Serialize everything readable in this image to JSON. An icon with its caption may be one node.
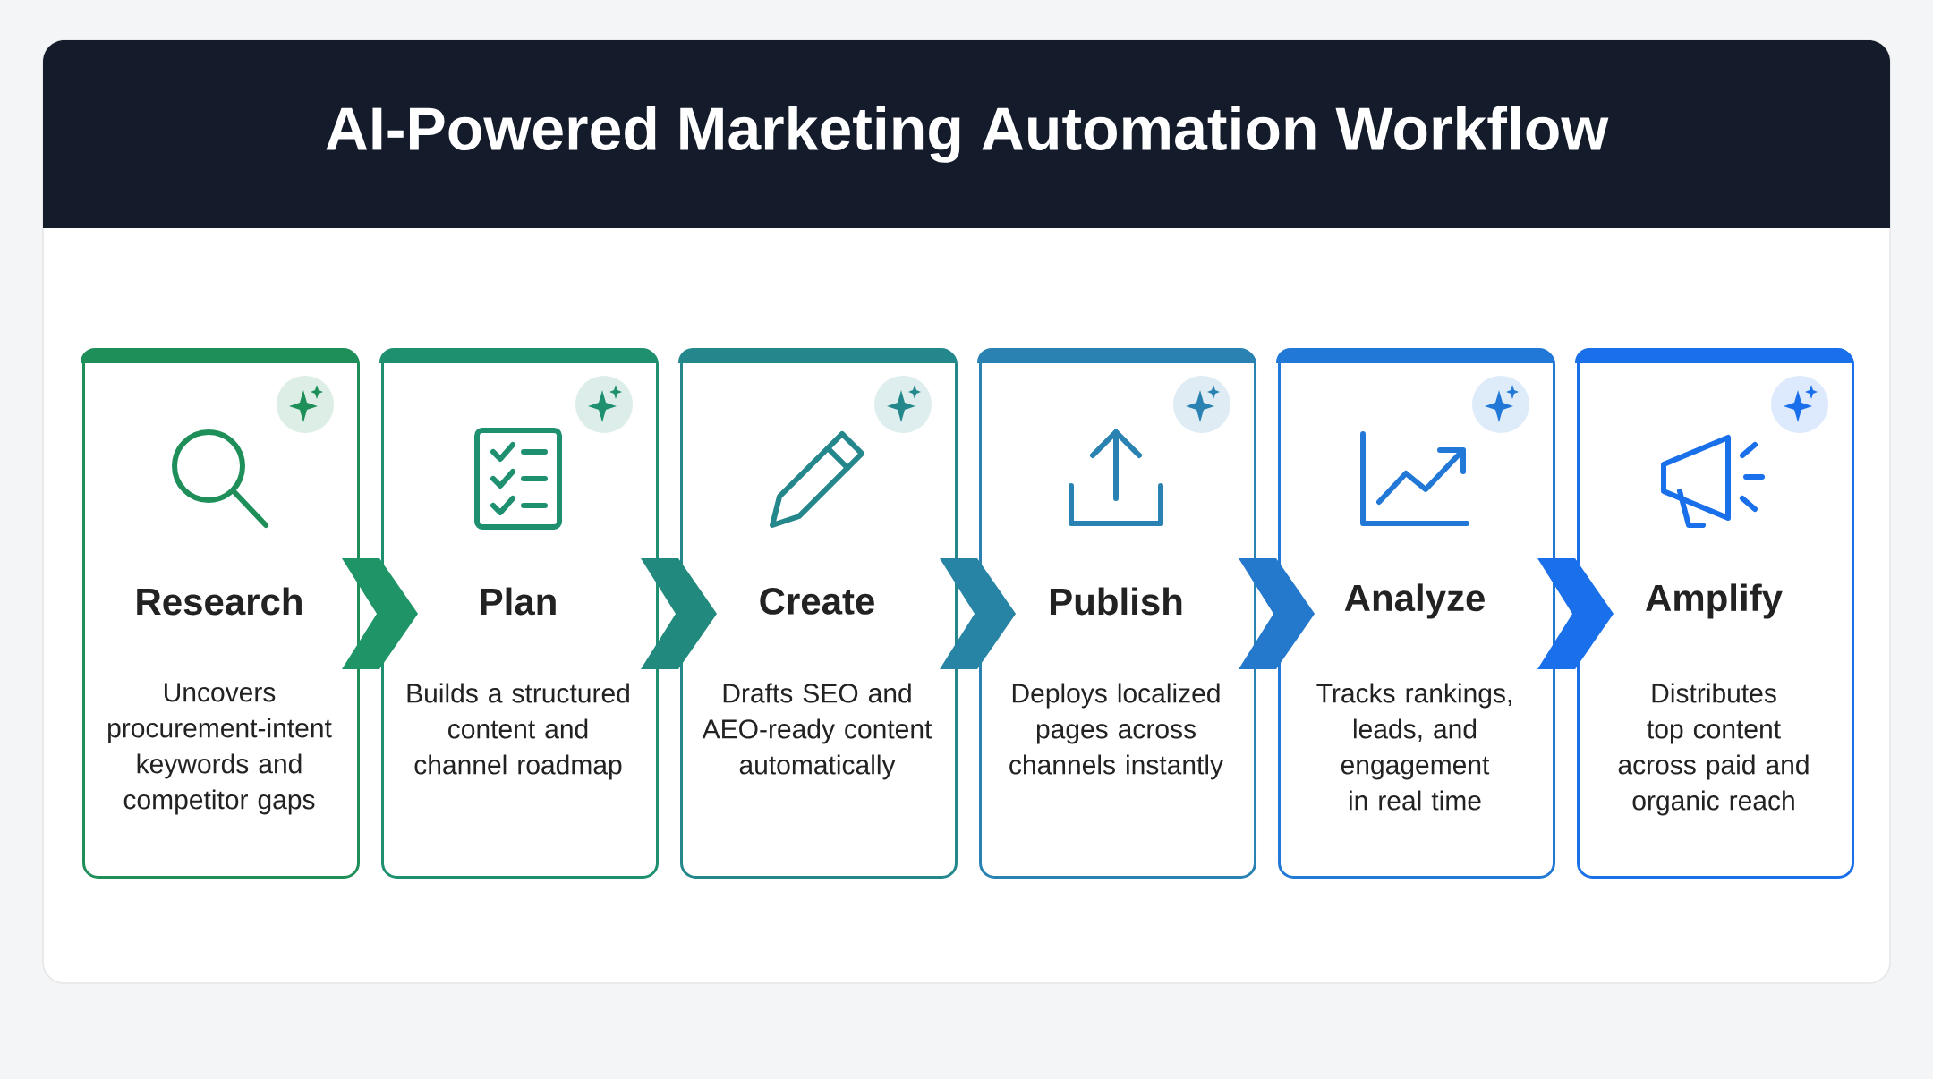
{
  "diagram": {
    "title": "AI-Powered Marketing Automation Workflow",
    "nodes": [
      {
        "text": [
          "Research",
          "Uncovers procurement-intent keywords and competitor gaps"
        ]
      },
      {
        "text": [
          "Plan",
          "Builds a structured content and channel roadmap"
        ]
      },
      {
        "text": [
          "Create",
          "Drafts SEO and AEO-ready content automatically"
        ]
      },
      {
        "text": [
          "Publish",
          "Deploys localized pages across channels instantly"
        ]
      },
      {
        "text": [
          "Analyze",
          "Tracks rankings, leads, and engagement in real time"
        ]
      },
      {
        "text": [
          "Amplify",
          "Distributes top content across paid and organic reach"
        ]
      }
    ],
    "edges": [
      {
        "from": 0,
        "to": 1,
        "arrow": "to"
      },
      {
        "from": 1,
        "to": 2,
        "arrow": "to"
      },
      {
        "from": 2,
        "to": 3,
        "arrow": "to"
      },
      {
        "from": 3,
        "to": 4,
        "arrow": "to"
      },
      {
        "from": 4,
        "to": 5,
        "arrow": "to"
      }
    ]
  }
}
